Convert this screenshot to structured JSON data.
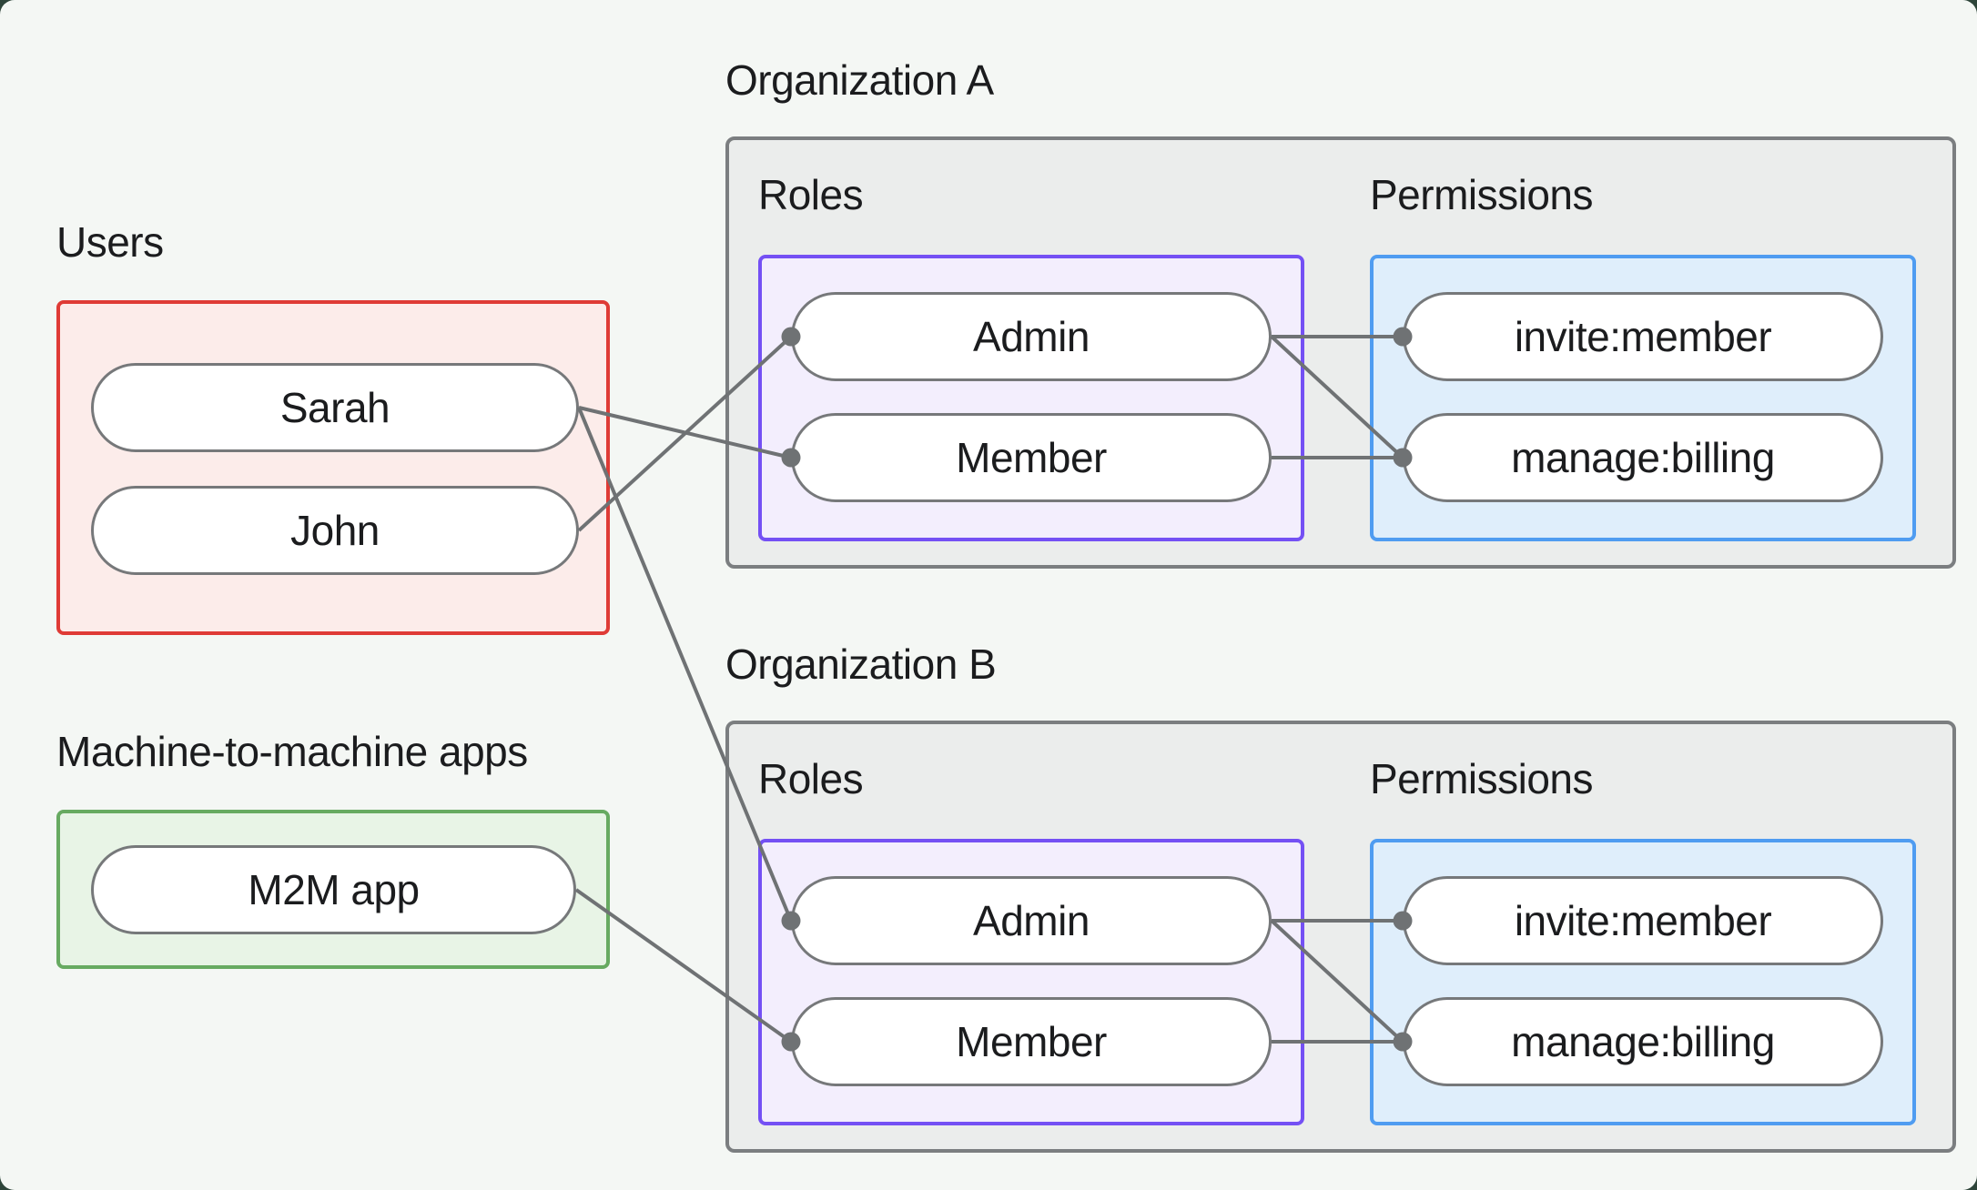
{
  "users_section": {
    "label": "Users",
    "items": [
      {
        "id": "sarah",
        "label": "Sarah"
      },
      {
        "id": "john",
        "label": "John"
      }
    ]
  },
  "m2m_section": {
    "label": "Machine-to-machine apps",
    "items": [
      {
        "id": "m2m",
        "label": "M2M app"
      }
    ]
  },
  "organizations": [
    {
      "id": "orgA",
      "label": "Organization A",
      "roles_label": "Roles",
      "permissions_label": "Permissions",
      "roles": [
        {
          "id": "orgA.admin",
          "label": "Admin"
        },
        {
          "id": "orgA.member",
          "label": "Member"
        }
      ],
      "permissions": [
        {
          "id": "orgA.invite",
          "label": "invite:member"
        },
        {
          "id": "orgA.manage",
          "label": "manage:billing"
        }
      ]
    },
    {
      "id": "orgB",
      "label": "Organization B",
      "roles_label": "Roles",
      "permissions_label": "Permissions",
      "roles": [
        {
          "id": "orgB.admin",
          "label": "Admin"
        },
        {
          "id": "orgB.member",
          "label": "Member"
        }
      ],
      "permissions": [
        {
          "id": "orgB.invite",
          "label": "invite:member"
        },
        {
          "id": "orgB.manage",
          "label": "manage:billing"
        }
      ]
    }
  ],
  "edges": [
    [
      "sarah",
      "orgA.member"
    ],
    [
      "john",
      "orgA.admin"
    ],
    [
      "sarah",
      "orgB.admin"
    ],
    [
      "m2m",
      "orgB.member"
    ],
    [
      "orgA.admin",
      "orgA.invite"
    ],
    [
      "orgA.admin",
      "orgA.manage"
    ],
    [
      "orgA.member",
      "orgA.manage"
    ],
    [
      "orgB.admin",
      "orgB.invite"
    ],
    [
      "orgB.admin",
      "orgB.manage"
    ],
    [
      "orgB.member",
      "orgB.manage"
    ]
  ],
  "colors": {
    "background": "#f4f7f4",
    "outer_corner": "#2e453a",
    "users_border": "#df3b36",
    "users_fill": "#fcecea",
    "m2m_border": "#67aa61",
    "m2m_fill": "#e8f4e6",
    "org_border": "#7b7e80",
    "org_fill": "#ebedec",
    "roles_border": "#7450f4",
    "roles_fill": "#f3eefd",
    "permissions_border": "#4f9cf1",
    "permissions_fill": "#dfeefb",
    "edge_line": "#6f7274",
    "node_border": "#76787a",
    "text": "#1b1c1e"
  }
}
